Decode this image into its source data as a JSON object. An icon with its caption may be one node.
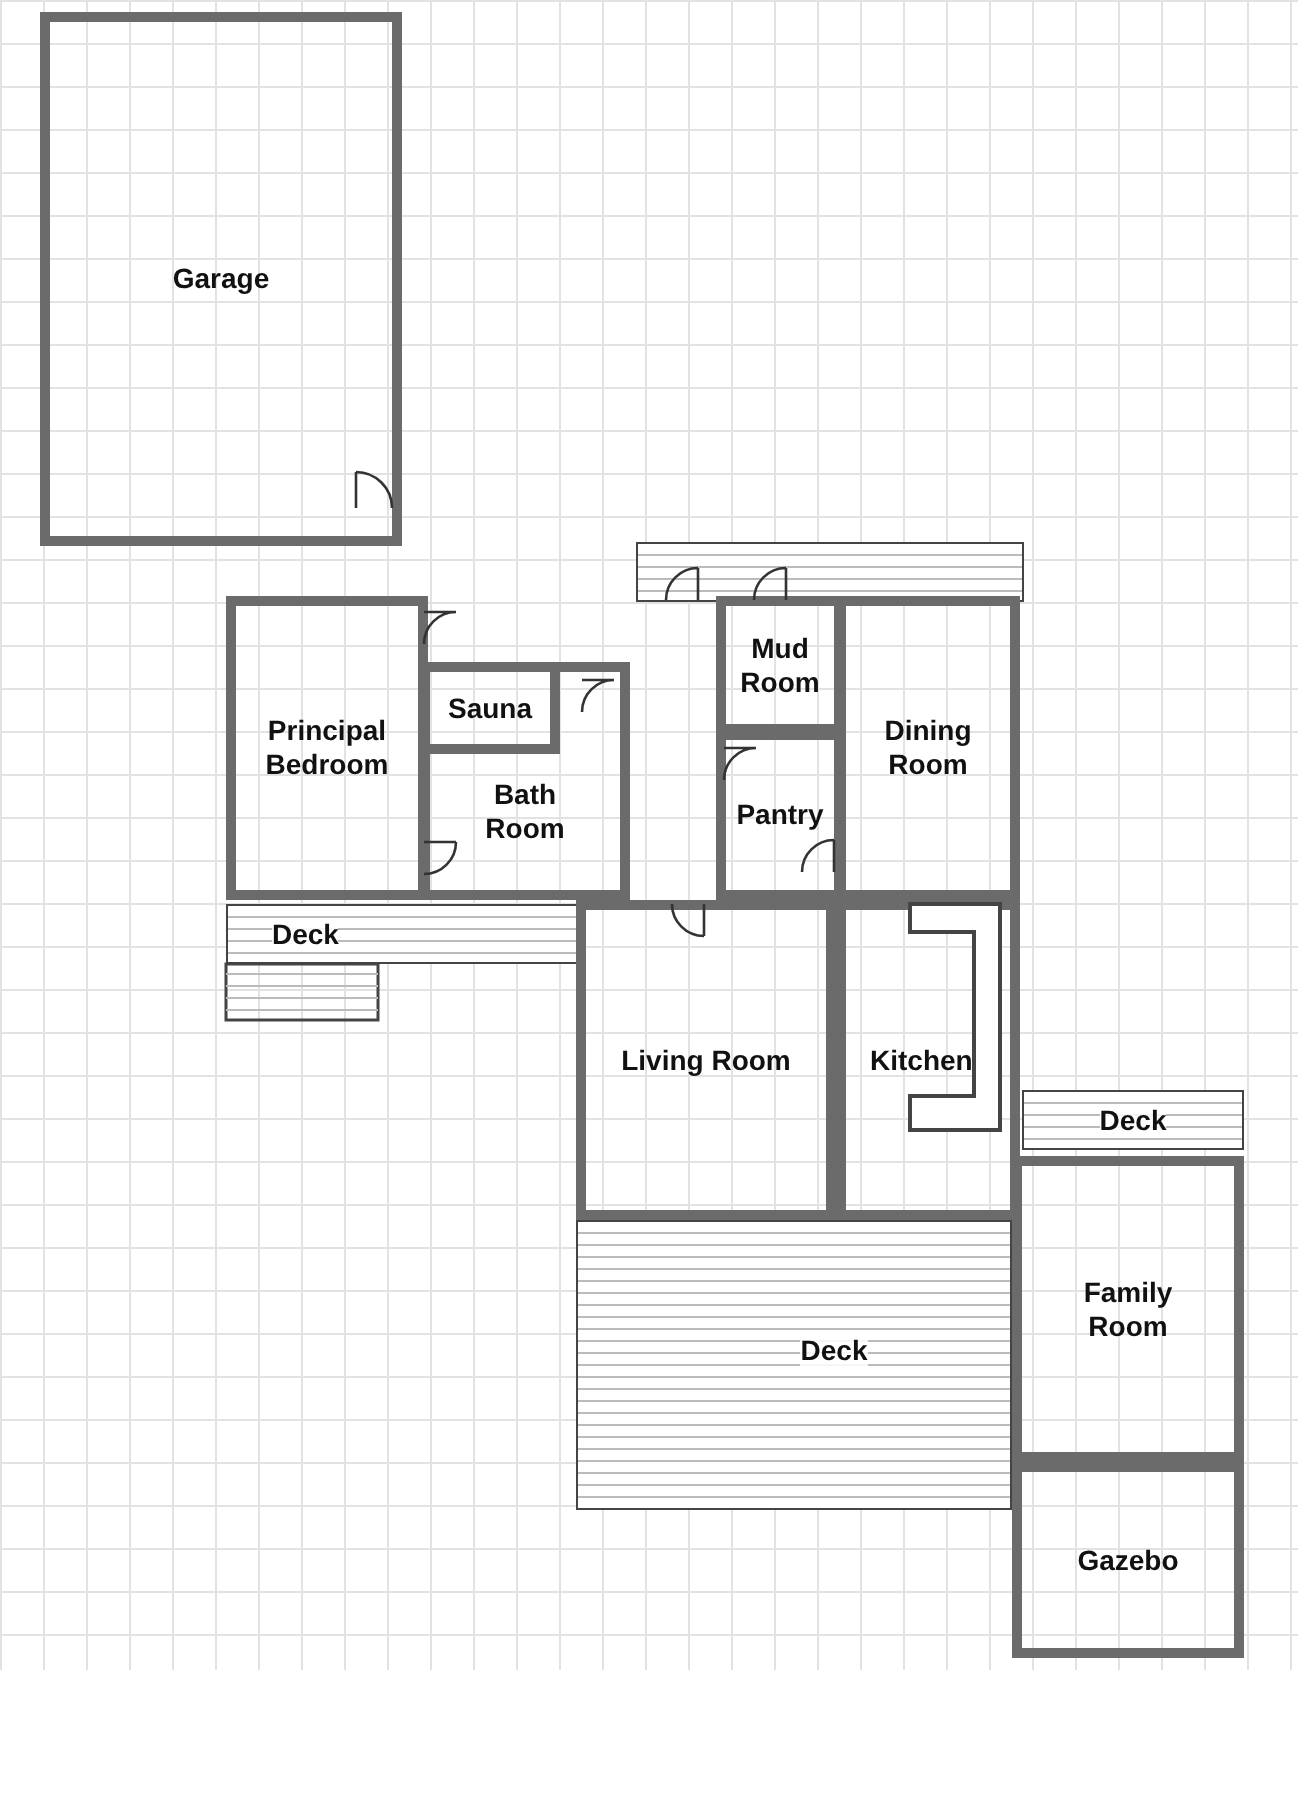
{
  "diagram": {
    "nodes": [
      {
        "text": [
          "Garage"
        ]
      },
      {
        "text": [],
        "shape": "box"
      },
      {
        "text": [
          "Mud Room"
        ]
      },
      {
        "text": [
          "Principal Bedroom"
        ]
      },
      {
        "text": [
          "Bath Room"
        ]
      },
      {
        "text": [
          "Sauna"
        ],
        "in": 4
      },
      {
        "text": [
          "Dining Room"
        ]
      },
      {
        "text": [
          "Pantry"
        ]
      },
      {
        "text": [
          "Deck"
        ]
      },
      {
        "text": [
          "Living Room"
        ]
      },
      {
        "text": [
          "Kitchen"
        ]
      },
      {
        "text": [
          "Deck"
        ]
      },
      {
        "text": [
          "Family Room"
        ]
      },
      {
        "text": [
          "Deck"
        ]
      },
      {
        "text": [
          "Gazebo"
        ]
      }
    ]
  }
}
